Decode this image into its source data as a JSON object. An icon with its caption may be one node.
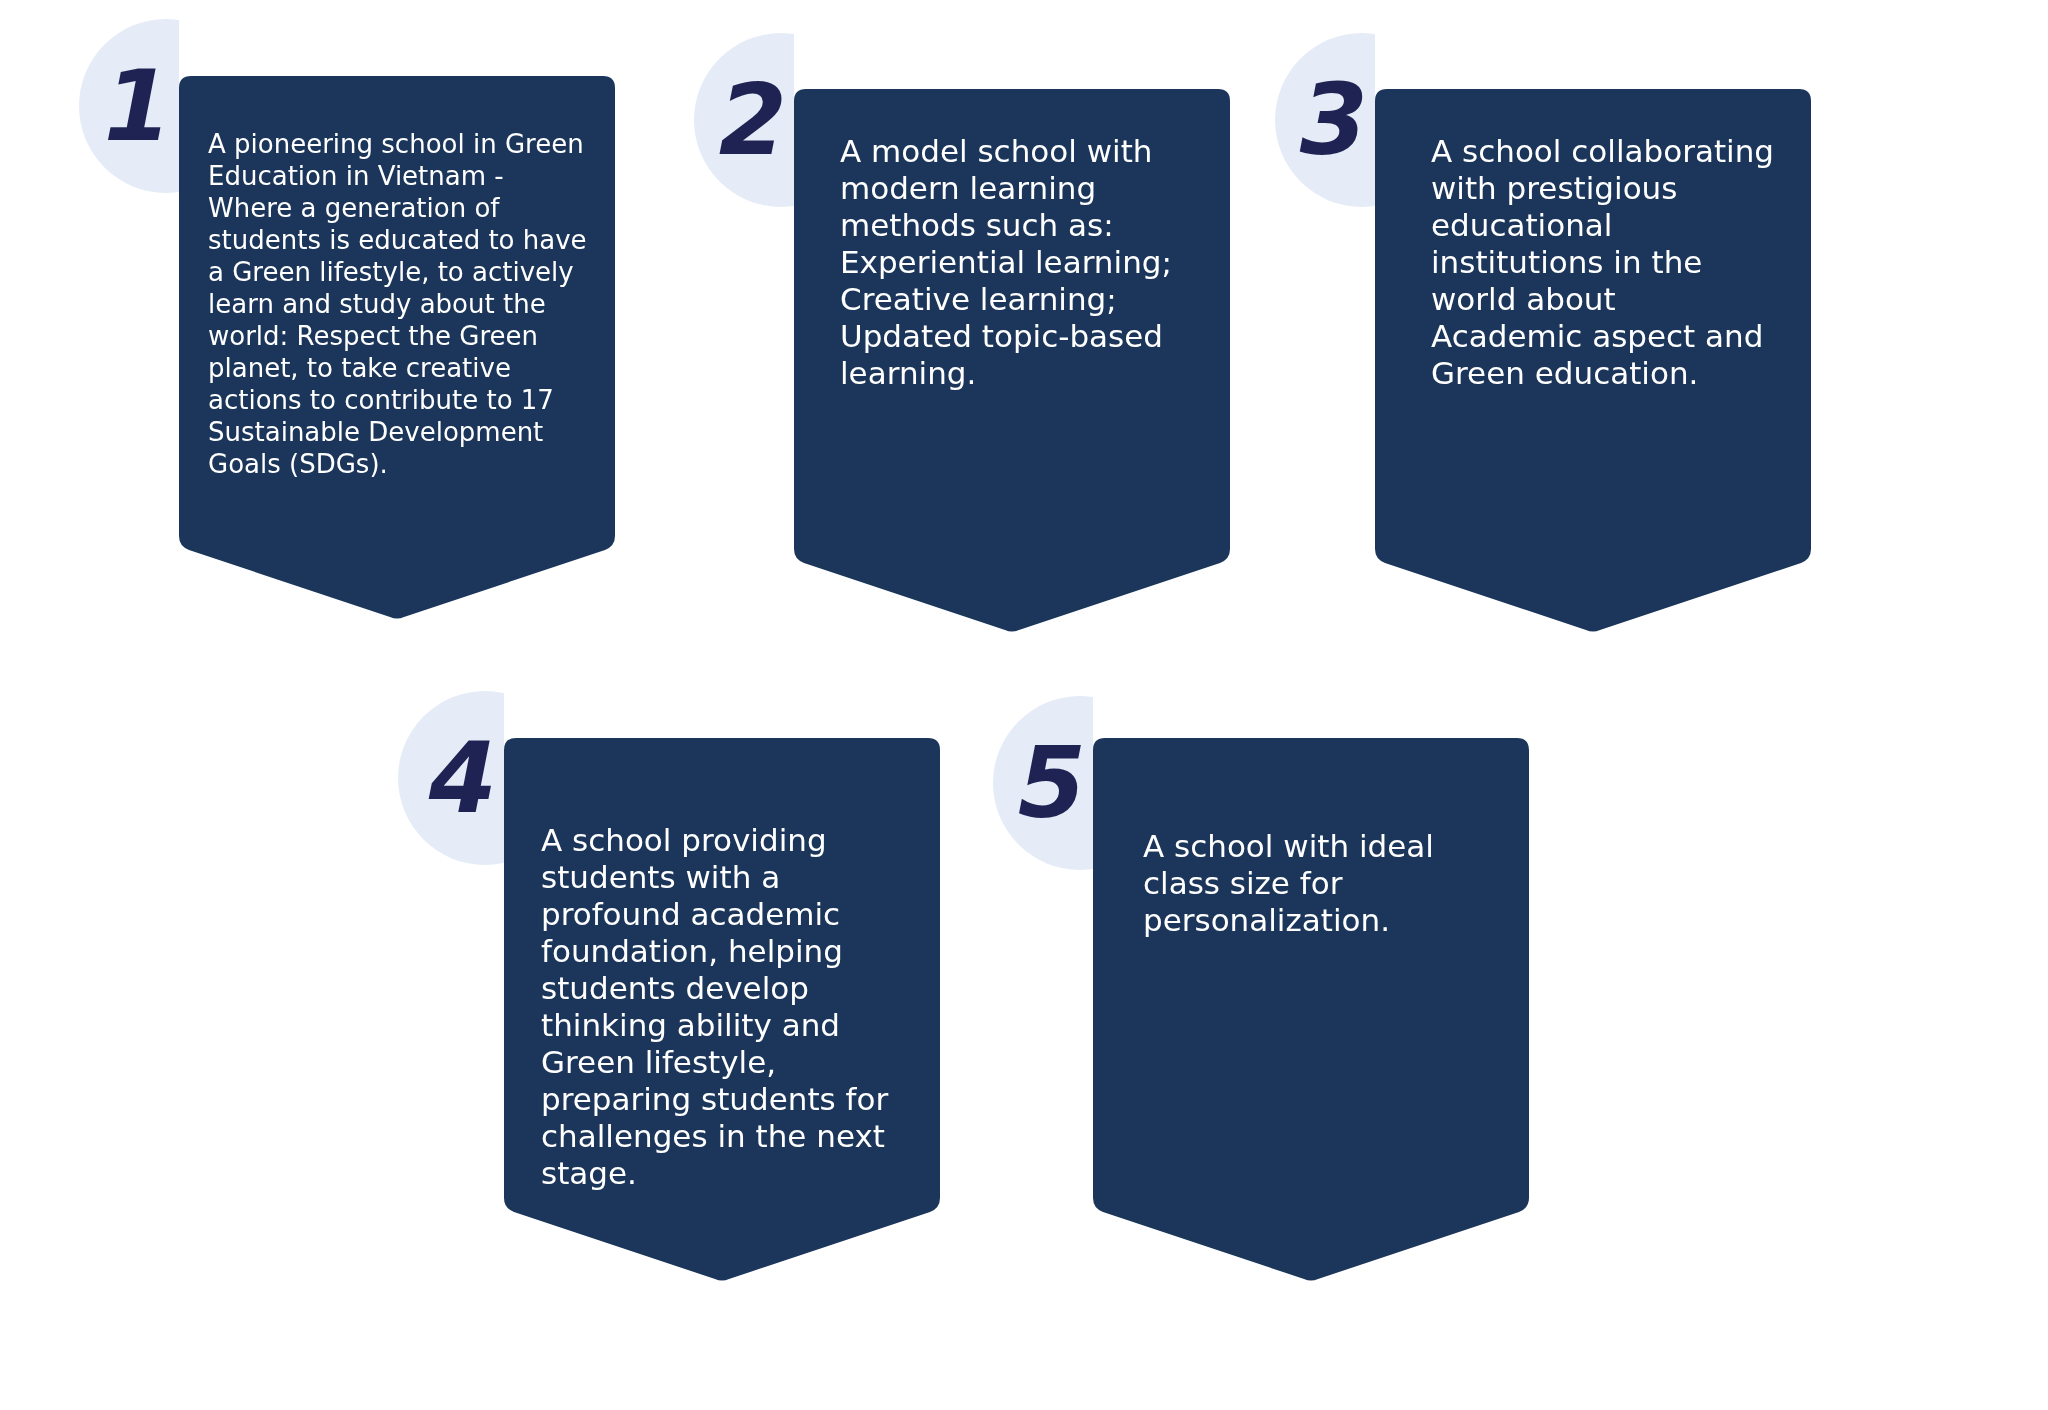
{
  "diagram": {
    "nodes": [
      {
        "text": [
          "1"
        ]
      },
      {
        "text": [
          "A pioneering school in Green Education in Vietnam - Where a generation of students is educated to have a Green lifestyle, to actively learn and study about the world: Respect the Green planet, to take creative actions to contribute to 17 Sustainable Development Goals (SDGs)."
        ]
      },
      {
        "text": [
          "2"
        ]
      },
      {
        "text": [
          "A model school with modern learning methods such as: Experiential learning; Creative learning; Updated topic-based learning."
        ]
      },
      {
        "text": [
          "3"
        ]
      },
      {
        "text": [
          "A school collaborating with prestigious educational institutions in the world about Academic aspect and Green education."
        ]
      },
      {
        "text": [
          "4"
        ]
      },
      {
        "text": [
          "A school providing students with a profound academic foundation, helping students develop thinking ability and Green lifestyle, preparing students for challenges in the next stage."
        ]
      },
      {
        "text": [
          "5"
        ]
      },
      {
        "text": [
          "A school with ideal class size for personalization."
        ]
      }
    ]
  }
}
